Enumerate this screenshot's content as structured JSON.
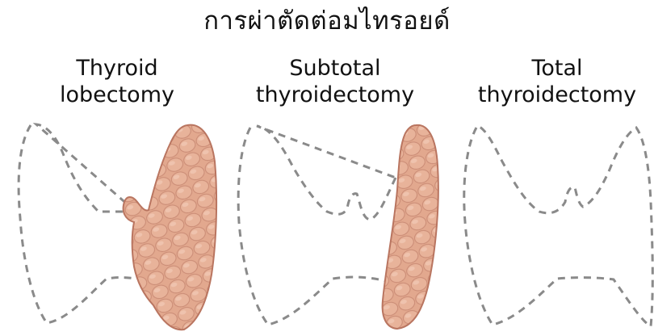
{
  "title": "การผ่าตัดต่อมไทรอยด์",
  "procedures": [
    {
      "line1": "Thyroid",
      "line2": "lobectomy"
    },
    {
      "line1": "Subtotal",
      "line2": "thyroidectomy"
    },
    {
      "line1": "Total",
      "line2": "thyroidectomy"
    }
  ],
  "colors": {
    "outline": "#8a8a8a",
    "tissue_fill": "#e2a88e",
    "tissue_stroke": "#b97560",
    "tissue_highlight": "#f3cbb7"
  }
}
